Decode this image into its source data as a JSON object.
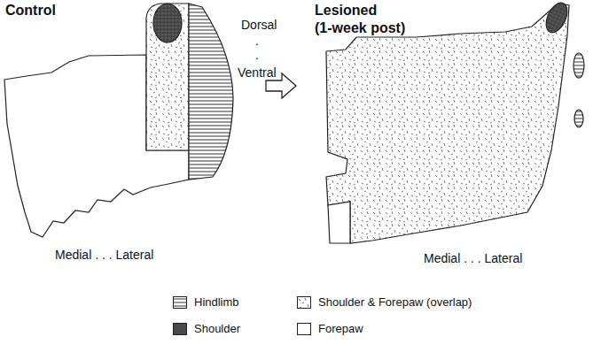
{
  "diagram": {
    "labels": [
      "Control",
      "Dorsal",
      ".",
      ".",
      "Ventral",
      "Medial . . . Lateral",
      "Lesioned",
      "(1-week post)",
      "Medial . . . Lateral"
    ],
    "legend": [
      {
        "text": "Hindlimb"
      },
      {
        "text": "Shoulder & Forepaw (overlap)"
      },
      {
        "text": "Shoulder",
        "color": "#4a4a4a"
      },
      {
        "text": "Forepaw",
        "color": "#ffffff"
      }
    ]
  }
}
